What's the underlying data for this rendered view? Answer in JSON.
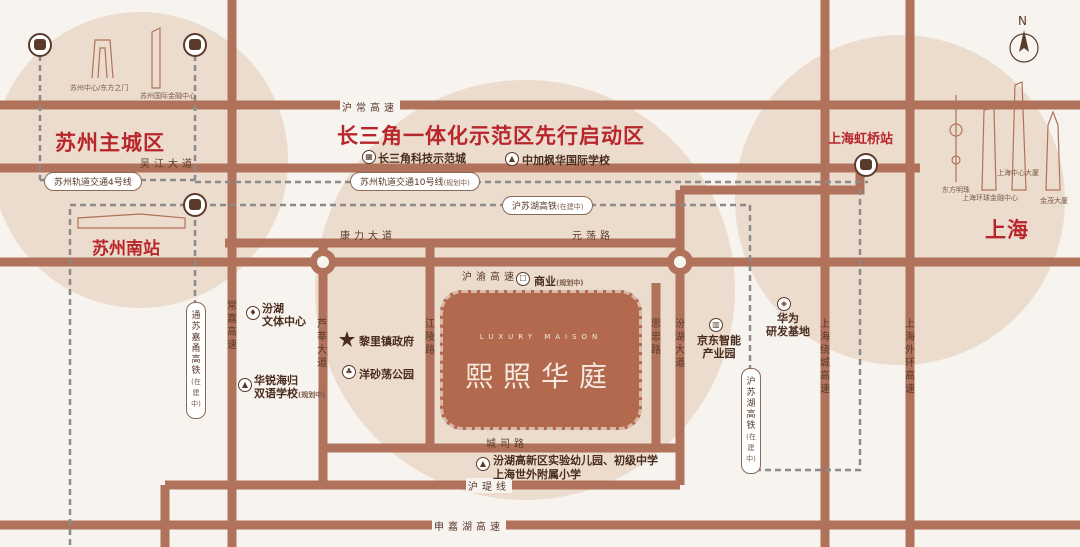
{
  "regions": {
    "suzhou_main": "苏州主城区",
    "pilot_zone": "长三角一体化示范区先行启动区",
    "shanghai": "上海",
    "shanghai_hongqiao": "上海虹桥站",
    "suzhou_south": "苏州南站"
  },
  "roads": {
    "huchang": "沪常高速",
    "wujiang": "吴江大道",
    "kangli": "康力大道",
    "guangdang": "元荡路",
    "huyu": "沪渝高速",
    "chengsi": "城司路",
    "huti": "沪瑅线",
    "shenjiahu": "申嘉湖高速",
    "changjia": "常嘉高速",
    "luhua": "芦莘大道",
    "jiangling": "江陵路",
    "sizhong": "思忠路",
    "fenhu_ave": "汾湖大道",
    "shanghai_ring": "上海绕城高速",
    "shanghai_outer": "上海外环高速"
  },
  "transit": {
    "sz_metro4": "苏州轨道交通4号线",
    "sz_metro10": "苏州轨道交通10号线",
    "sz_metro10_note": "(规划中)",
    "husuhu_rail": "沪苏湖高铁",
    "husuhu_rail_note": "(在建中)",
    "tongsujiayong": "通苏嘉甬高铁",
    "tongsujiayong_note": "(在建中)",
    "husuhu_rail_v": "沪苏湖高铁",
    "husuhu_rail_v_note": "(在建中)"
  },
  "pois": {
    "science_city": "长三角科技示范城",
    "canadian_school": "中加枫华国际学校",
    "commerce": "商业",
    "commerce_note": "(规划中)",
    "lili_gov": "黎里镇政府",
    "yangshadang": "洋砂荡公园",
    "fenhu_culture_1": "汾湖",
    "fenhu_culture_2": "文体中心",
    "huarui_1": "华锐海归",
    "huarui_2": "双语学校",
    "huarui_note": "(规划中)",
    "jd_1": "京东智能",
    "jd_2": "产业园",
    "huawei_1": "华为",
    "huawei_2": "研发基地",
    "schools_1": "汾湖高新区实验幼儿园、初级中学",
    "schools_2": "上海世外附属小学"
  },
  "landmarks": {
    "suzhou_center": "苏州中心/东方之门",
    "suzhou_ifc": "苏州国际金融中心",
    "oriental_pearl": "东方明珠",
    "sh_tower": "上海中心大厦",
    "swfc": "上海环球金融中心",
    "jinmao": "金茂大厦"
  },
  "project": {
    "name": "熙照华庭",
    "sub": "LUXURY MAISON"
  },
  "compass": {
    "north": "N"
  },
  "colors": {
    "road": "#b0725a",
    "circle": "#ecdccd",
    "accent": "#b8262c",
    "project": "#b2694d"
  }
}
